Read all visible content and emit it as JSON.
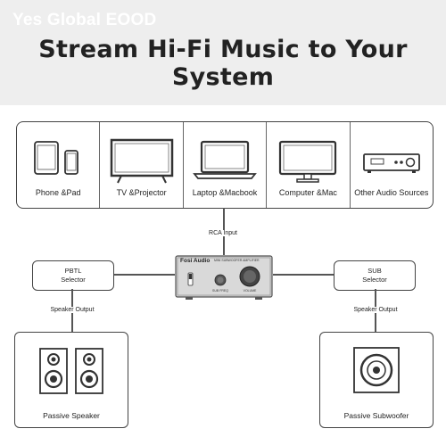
{
  "header": {
    "watermark": "Yes Global EOOD",
    "headline": "Stream Hi-Fi Music to Your System"
  },
  "sources": [
    {
      "label": "Phone &Pad",
      "icon": "phone-pad-icon"
    },
    {
      "label": "TV &Projector",
      "icon": "tv-icon"
    },
    {
      "label": "Laptop &Macbook",
      "icon": "laptop-icon"
    },
    {
      "label": "Computer &Mac",
      "icon": "monitor-icon"
    },
    {
      "label": "Other Audio Sources",
      "icon": "audio-device-icon"
    }
  ],
  "connections": {
    "rca_input": "RCA Input",
    "speaker_output_left": "Speaker Output",
    "speaker_output_right": "Speaker Output"
  },
  "selectors": {
    "left": {
      "line1": "PBTL",
      "line2": "Selector"
    },
    "right": {
      "line1": "SUB",
      "line2": "Selector"
    }
  },
  "amplifier": {
    "brand": "Fosi Audio",
    "model": "MINI SUBWOOFER AMPLIFIER",
    "knob_left_label": "SUB FREQ",
    "knob_right_label": "VOLUME"
  },
  "outputs": {
    "left": "Passive Speaker",
    "right": "Passive Subwoofer"
  },
  "colors": {
    "header_bg": "#eeeeee",
    "border": "#444444",
    "amp_body": "#c8c8c8"
  }
}
